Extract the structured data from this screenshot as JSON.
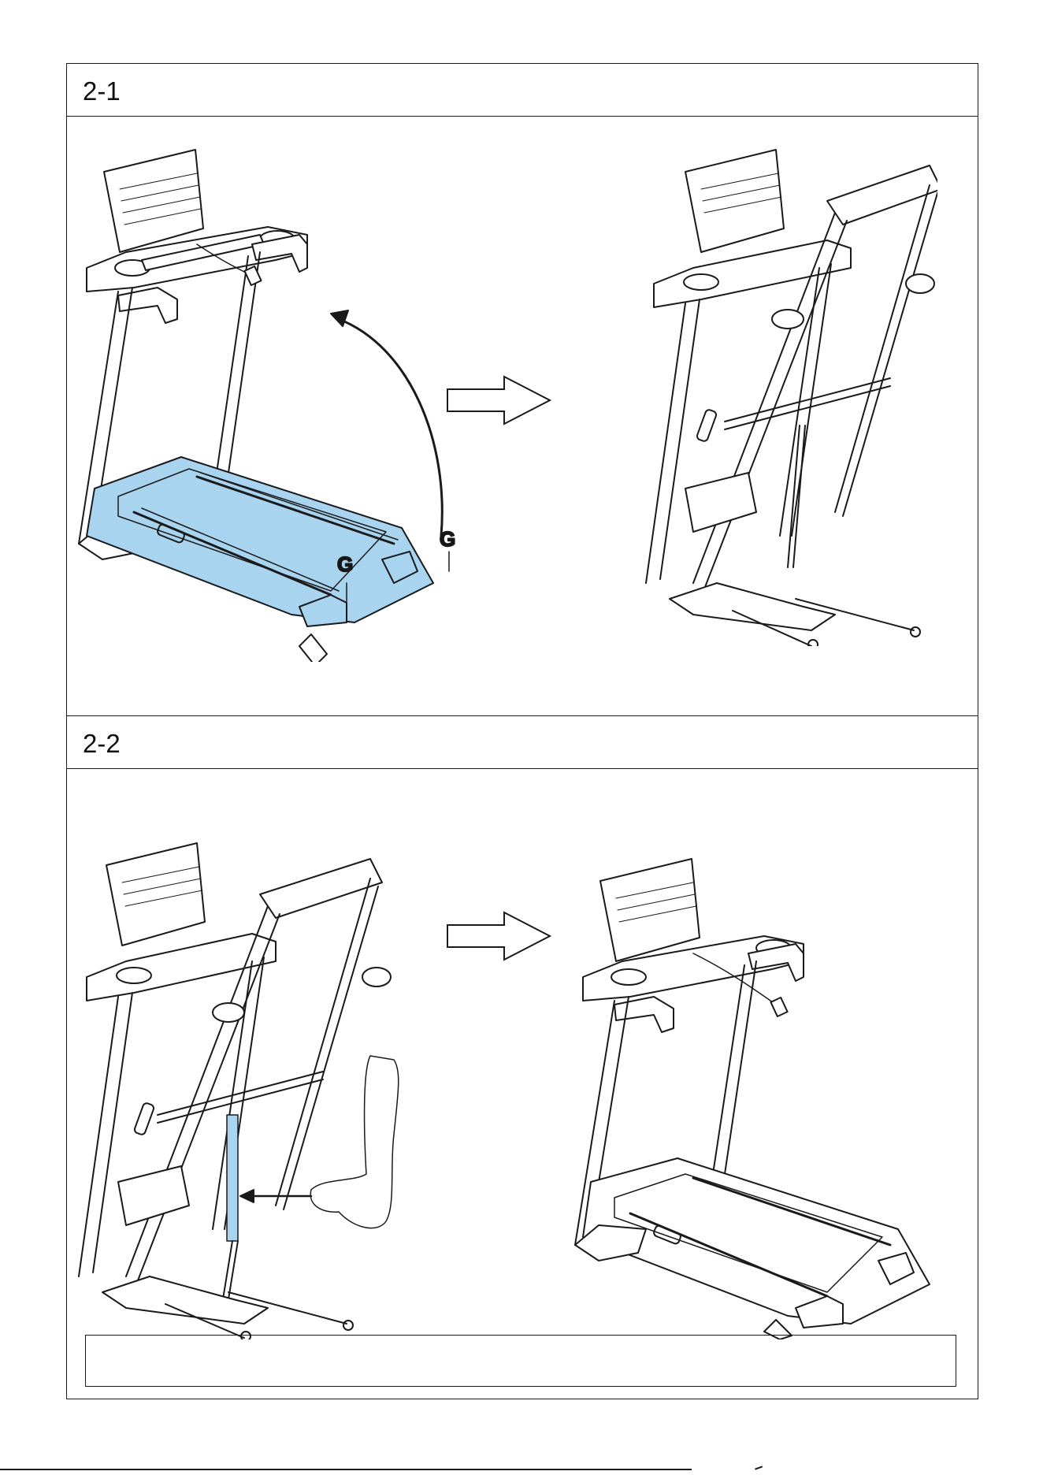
{
  "steps": [
    {
      "label": "2-1"
    },
    {
      "label": "2-2"
    }
  ],
  "callouts": {
    "g_upper": "G",
    "g_lower": "G"
  },
  "colors": {
    "highlight": "#a9d4f0",
    "line": "#1a1a1a"
  },
  "icons": {
    "step_arrow": "right-hollow-arrow-icon",
    "lift_arrow": "curved-arrow-icon",
    "point_arrow": "pointer-arrow-icon"
  }
}
